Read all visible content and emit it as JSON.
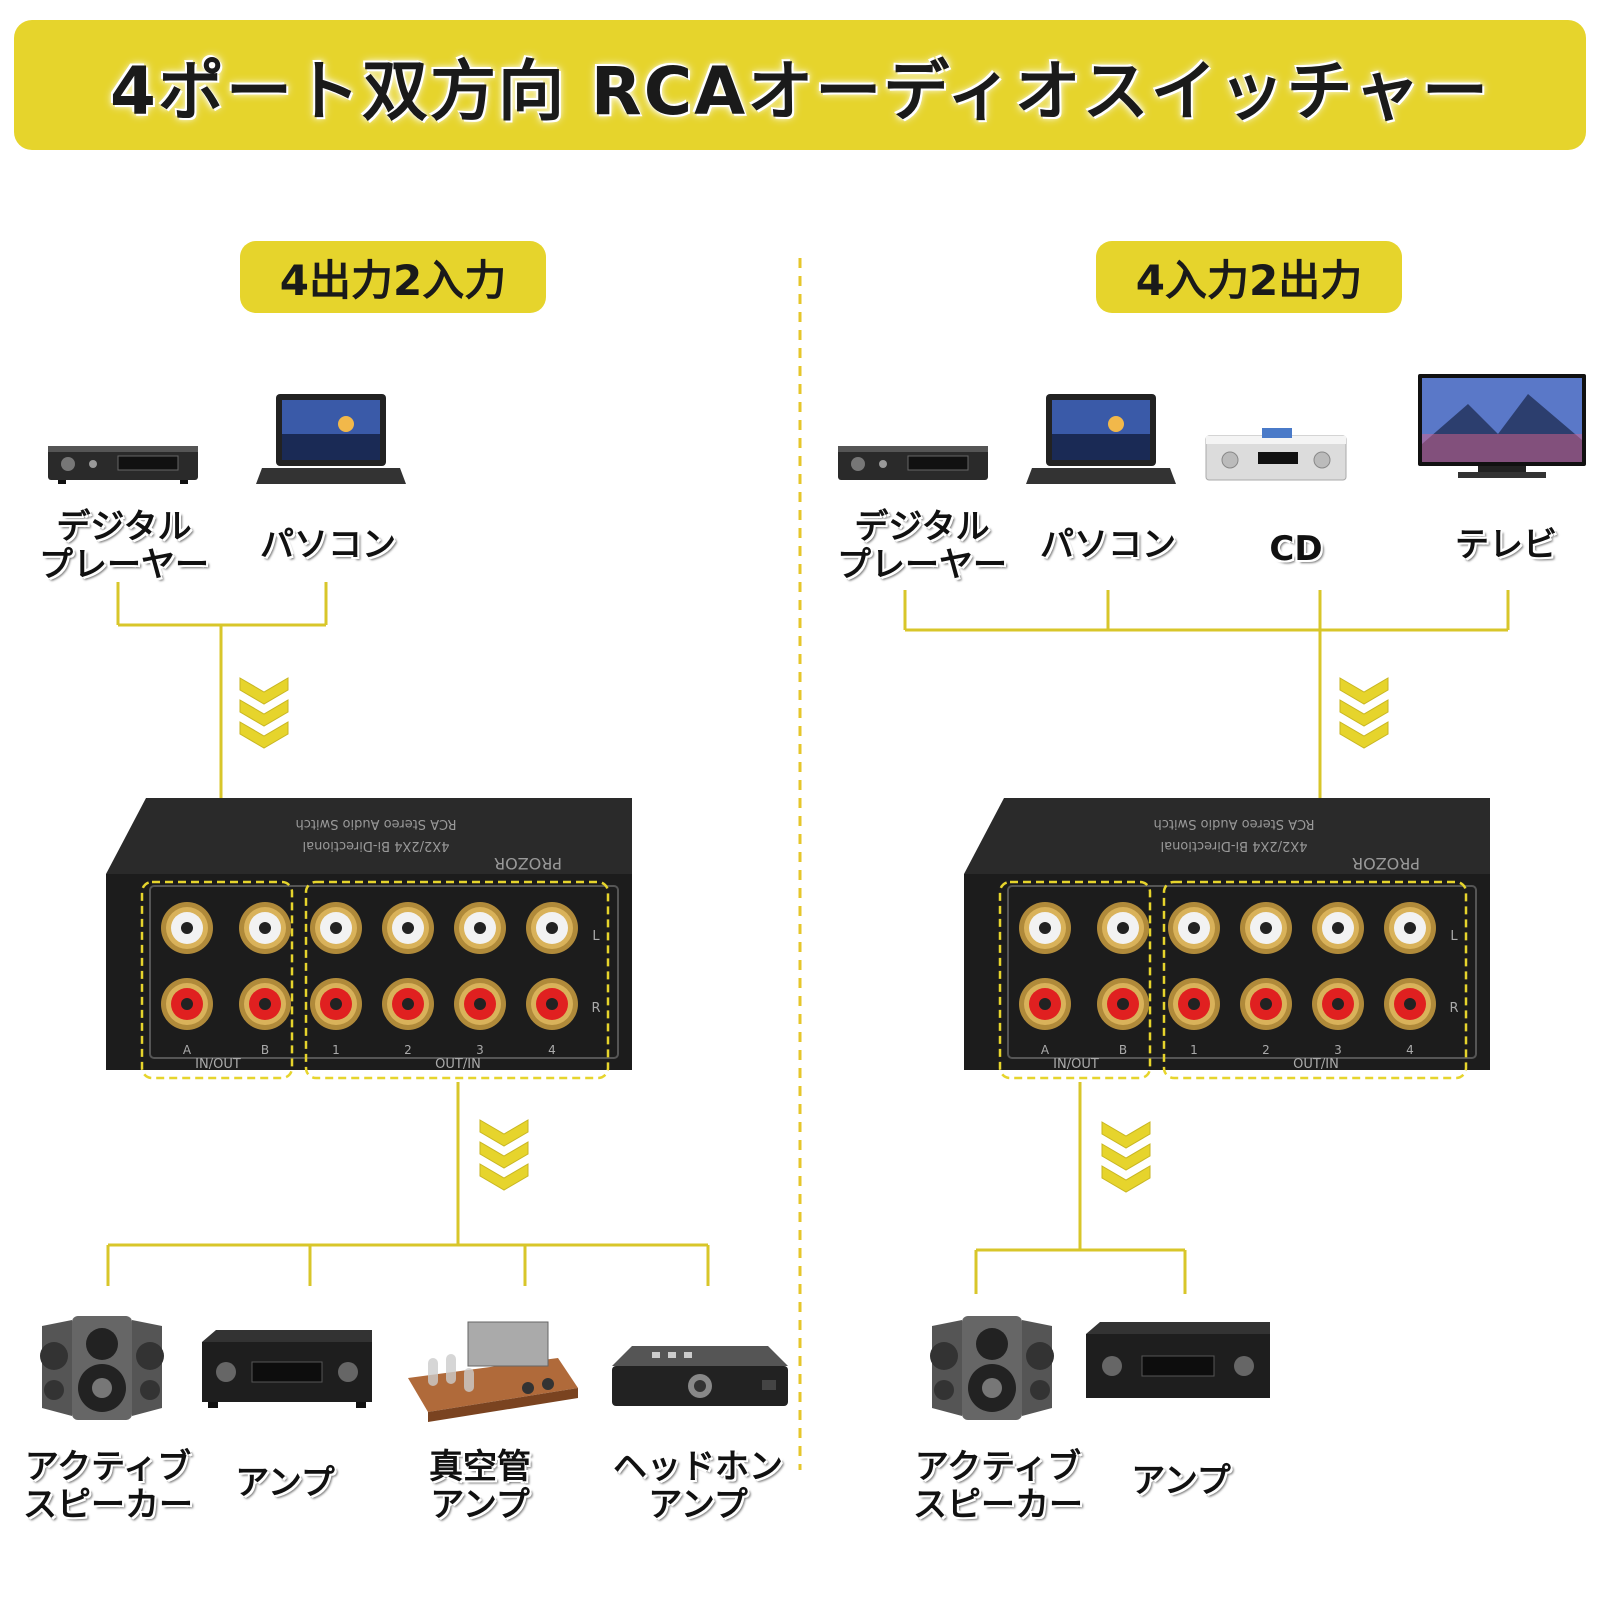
{
  "title": "4ポート双方向 RCAオーディオスイッチャー",
  "left": {
    "mode": "4出力2入力",
    "sources": [
      "デジタル\nプレーヤー",
      "パソコン"
    ],
    "outputs": [
      "アクティブ\nスピーカー",
      "アンプ",
      "真空管\nアンプ",
      "ヘッドホン\nアンプ"
    ]
  },
  "right": {
    "mode": "4入力2出力",
    "sources": [
      "デジタル\nプレーヤー",
      "パソコン",
      "CD",
      "テレビ"
    ],
    "outputs": [
      "アクティブ\nスピーカー",
      "アンプ"
    ]
  },
  "device": {
    "brand": "PROZOR",
    "model_line1": "4X2/2X4 Bi-Directional",
    "model_line2": "RCA Stereo Audio Switch",
    "group_in": "IN/OUT",
    "group_out": "OUT/IN",
    "ports_in": [
      "A",
      "B"
    ],
    "ports_out": [
      "1",
      "2",
      "3",
      "4"
    ],
    "channel_l": "L",
    "channel_r": "R"
  },
  "colors": {
    "accent": "#e6d42c",
    "line": "#d8c62a",
    "device": "#1c1c1c"
  }
}
